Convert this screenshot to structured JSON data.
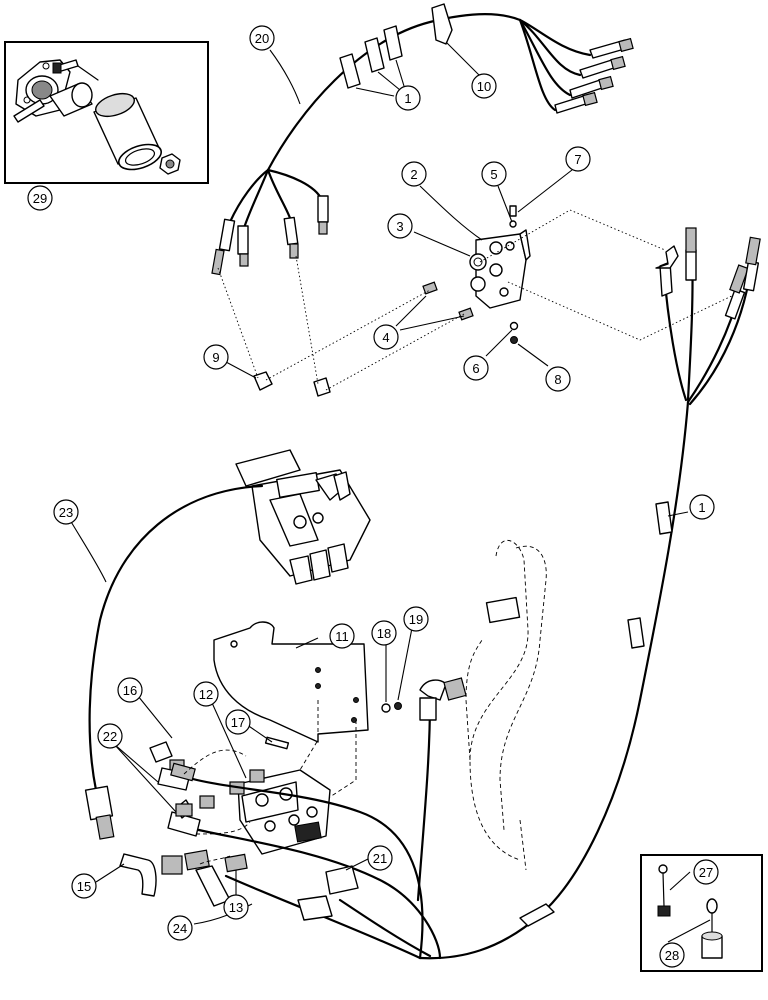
{
  "callouts": [
    {
      "id": "c1a",
      "label": "1"
    },
    {
      "id": "c1b",
      "label": "1"
    },
    {
      "id": "c2",
      "label": "2"
    },
    {
      "id": "c3",
      "label": "3"
    },
    {
      "id": "c4",
      "label": "4"
    },
    {
      "id": "c5",
      "label": "5"
    },
    {
      "id": "c6",
      "label": "6"
    },
    {
      "id": "c7",
      "label": "7"
    },
    {
      "id": "c8",
      "label": "8"
    },
    {
      "id": "c9",
      "label": "9"
    },
    {
      "id": "c10",
      "label": "10"
    },
    {
      "id": "c11",
      "label": "11"
    },
    {
      "id": "c12",
      "label": "12"
    },
    {
      "id": "c13",
      "label": "13"
    },
    {
      "id": "c15",
      "label": "15"
    },
    {
      "id": "c16",
      "label": "16"
    },
    {
      "id": "c17",
      "label": "17"
    },
    {
      "id": "c18",
      "label": "18"
    },
    {
      "id": "c19",
      "label": "19"
    },
    {
      "id": "c20",
      "label": "20"
    },
    {
      "id": "c21",
      "label": "21"
    },
    {
      "id": "c22",
      "label": "22"
    },
    {
      "id": "c23",
      "label": "23"
    },
    {
      "id": "c24",
      "label": "24"
    },
    {
      "id": "c27",
      "label": "27"
    },
    {
      "id": "c28",
      "label": "28"
    },
    {
      "id": "c29",
      "label": "29"
    }
  ]
}
